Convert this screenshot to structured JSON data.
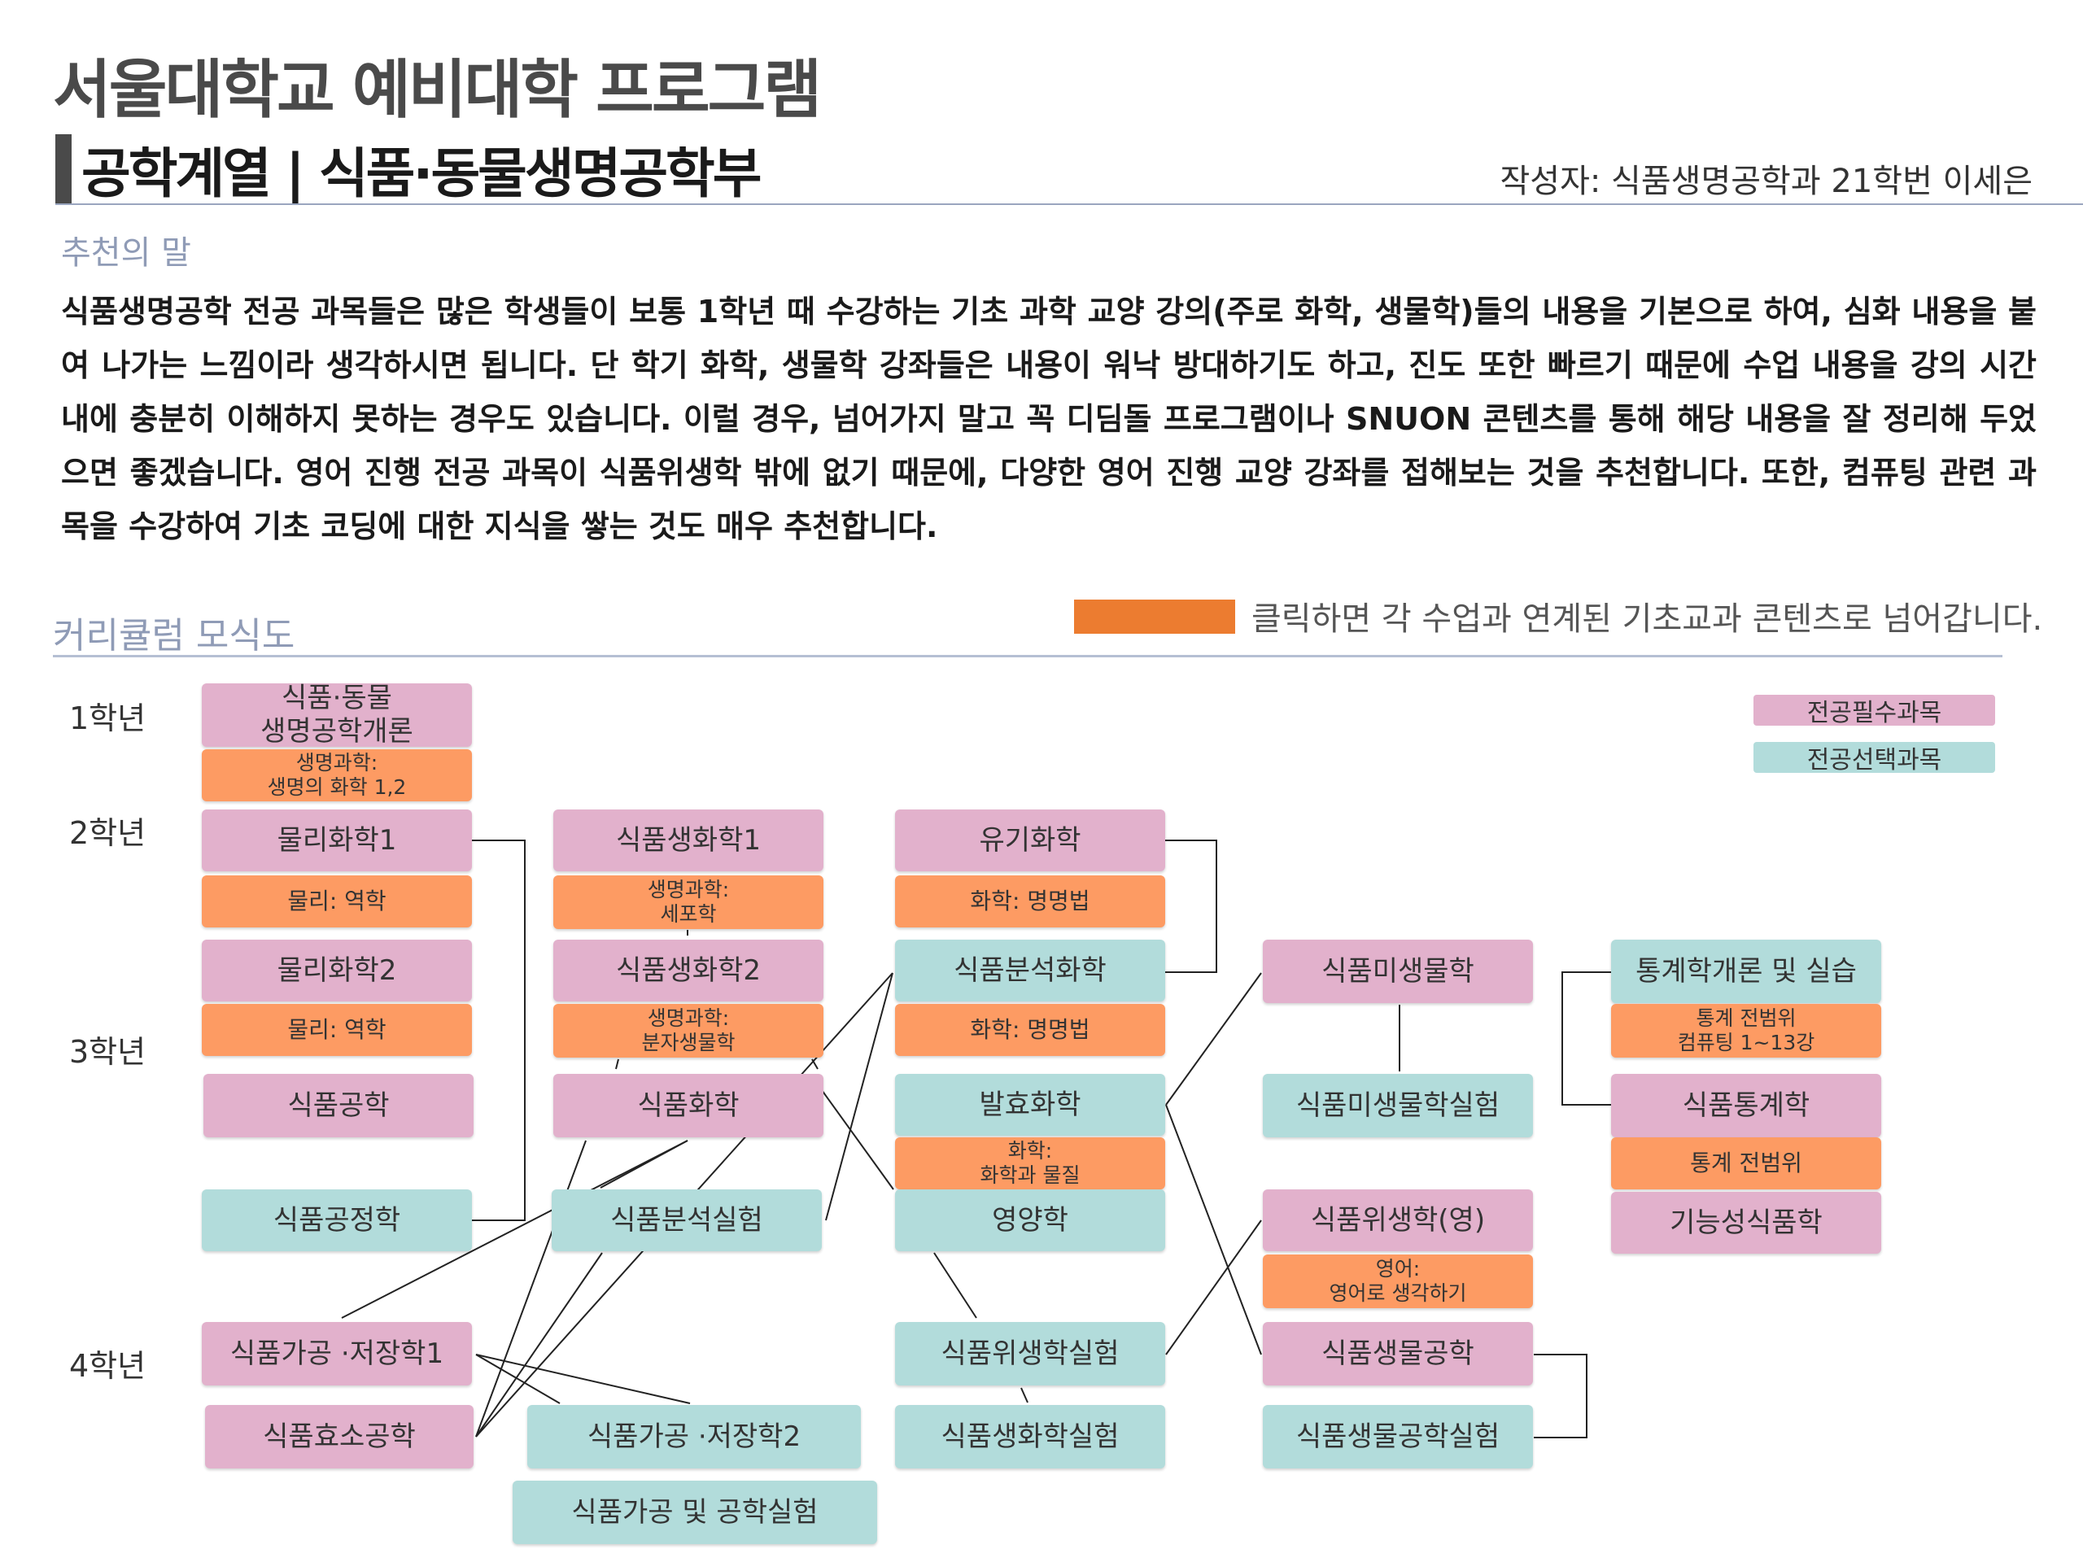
{
  "header": {
    "title": "서울대학교 예비대학 프로그램",
    "subtitle": "공학계열 | 식품·동물생명공학부",
    "author": "작성자: 식품생명공학과 21학번 이세은"
  },
  "recommendation": {
    "heading": "추천의 말",
    "body": "식품생명공학 전공 과목들은 많은 학생들이 보통 1학년 때 수강하는 기초 과학 교양 강의(주로 화학, 생물학)들의 내용을 기본으로 하여, 심화 내용을 붙여 나가는 느낌이라 생각하시면 됩니다. 단 학기 화학, 생물학 강좌들은 내용이 워낙 방대하기도 하고, 진도 또한 빠르기 때문에 수업 내용을 강의 시간 내에 충분히 이해하지 못하는 경우도 있습니다. 이럴 경우, 넘어가지 말고 꼭 디딤돌 프로그램이나 SNUON 콘텐츠를 통해 해당 내용을 잘 정리해 두었으면 좋겠습니다. 영어 진행 전공 과목이 식품위생학 밖에 없기 때문에, 다양한 영어 진행 교양 강좌를 접해보는 것을 추천합니다. 또한, 컴퓨팅 관련 과목을 수강하여 기초 코딩에 대한 지식을 쌓는 것도 매우 추천합니다."
  },
  "curriculum": {
    "heading": "커리큘럼 모식도",
    "link_note": "클릭하면 각 수업과 연계된 기초교과 콘텐츠로 넘어갑니다.",
    "legend_required": "전공필수과목",
    "legend_elective": "전공선택과목",
    "years": {
      "y1": "1학년",
      "y2": "2학년",
      "y3": "3학년",
      "y4": "4학년"
    },
    "colors": {
      "required": "#e2b1cc",
      "elective": "#b2dcdb",
      "link": "#fd9b63",
      "link_legend": "#ec7c30"
    },
    "courses": {
      "c_intro": "식품·동물\n생명공학개론",
      "l_intro": "생명과학:\n생명의 화학 1,2",
      "c_pchem1": "물리화학1",
      "l_pchem1": "물리: 역학",
      "c_pchem2": "물리화학2",
      "l_pchem2": "물리:  역학",
      "c_foodeng": "식품공학",
      "c_foodproc": "식품공정학",
      "c_fbio1": "식품생화학1",
      "l_fbio1": "생명과학:\n세포학",
      "c_fbio2": "식품생화학2",
      "l_fbio2": "생명과학:\n분자생물학",
      "c_foodchem": "식품화학",
      "c_anallab": "식품분석실험",
      "c_orgchem": "유기화학",
      "l_orgchem": "화학: 명명법",
      "c_analchem": "식품분석화학",
      "l_analchem": "화학: 명명법",
      "c_ferment": "발효화학",
      "l_ferment": "화학:\n화학과 물질",
      "c_nutrition": "영양학",
      "c_micro": "식품미생물학",
      "c_microlab": "식품미생물학실험",
      "c_hygiene": "식품위생학(영)",
      "l_hygiene": "영어:\n영어로 생각하기",
      "c_stat": "통계학개론 및 실습",
      "l_stat": "통계 전범위\n컴퓨팅 1~13강",
      "c_foodstat": "식품통계학",
      "l_foodstat": "통계 전범위",
      "c_functional": "기능성식품학",
      "c_proc1": "식품가공 ·저장학1",
      "c_enzyme": "식품효소공학",
      "c_proc2": "식품가공 ·저장학2",
      "c_proclab": "식품가공  및 공학실험",
      "c_hyglab": "식품위생학실험",
      "c_biochemlab": "식품생화학실험",
      "c_biotech": "식품생물공학",
      "c_biotechlab": "식품생물공학실험"
    }
  }
}
